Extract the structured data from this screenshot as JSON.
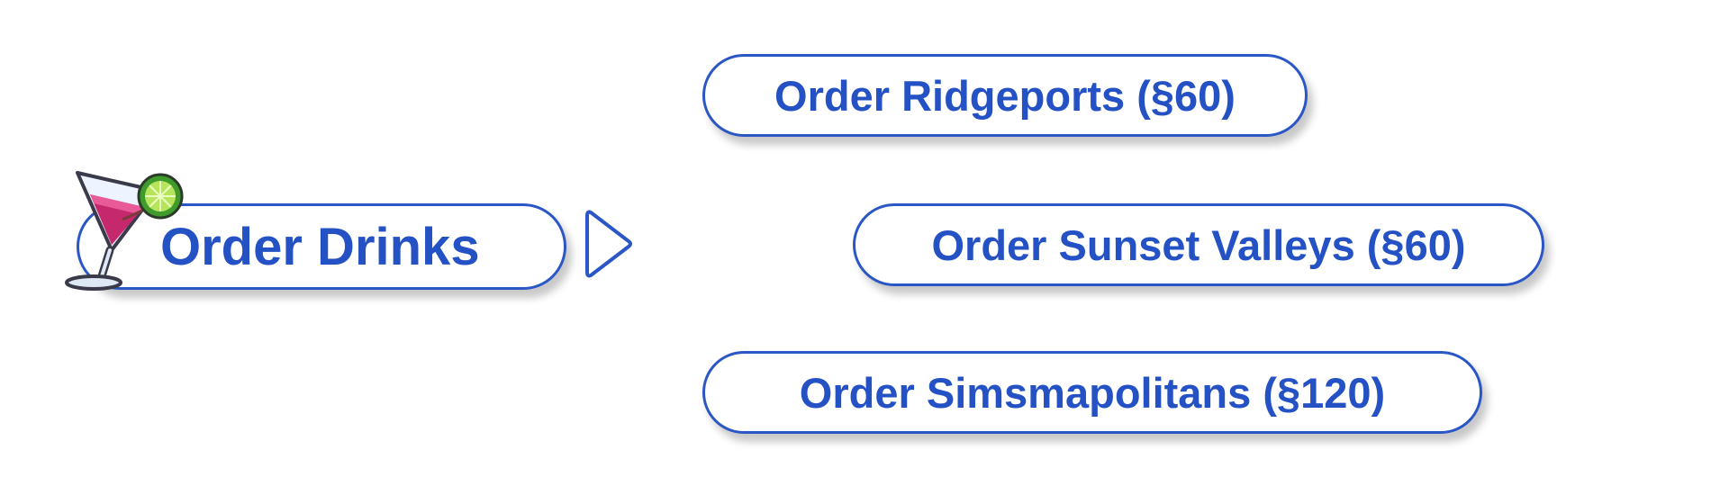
{
  "pie_menu": {
    "main_label": "Order Drinks",
    "main_icon": "cocktail-icon",
    "expand_icon": "triangle-right-icon",
    "options": [
      {
        "label": "Order Ridgeports (§60)"
      },
      {
        "label": "Order Sunset Valleys (§60)"
      },
      {
        "label": "Order Simsmapolitans (§120)"
      }
    ]
  },
  "colors": {
    "accent": "#2451c4",
    "border": "#2a56c6",
    "background": "#ffffff"
  }
}
